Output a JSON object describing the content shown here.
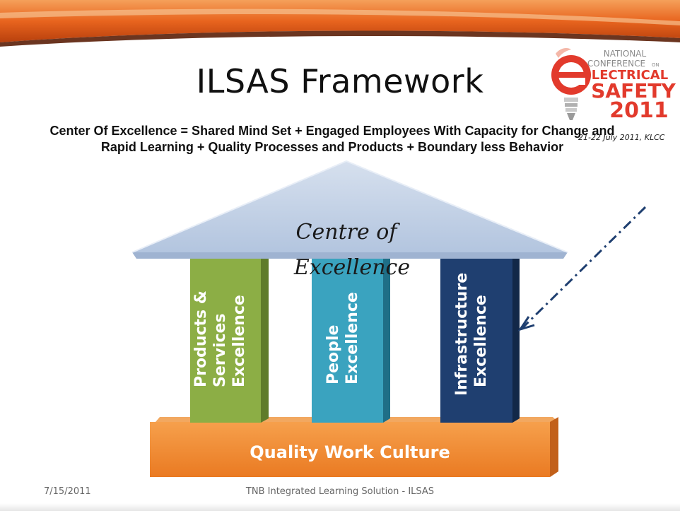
{
  "slide": {
    "title": "ILSAS Framework",
    "subtitle_line1": "Center Of Excellence = Shared Mind Set + Engaged Employees With Capacity for Change and",
    "subtitle_line2": "Rapid Learning + Quality  Processes and Products + Boundary less Behavior"
  },
  "logo": {
    "line1": "NATIONAL",
    "line2": "CONFERENCE",
    "line2_suffix": "ON",
    "line3": "LECTRICAL",
    "line4": "SAFETY",
    "line5": "2011",
    "date": "21-22 July 2011, KLCC",
    "colors": {
      "red": "#d92b1e",
      "grey": "#8a8a8a"
    }
  },
  "diagram": {
    "roof_line1": "Centre of",
    "roof_line2": "Excellence",
    "pillars": [
      {
        "line1": "Products &",
        "line2": "Services",
        "line3": "Excellence",
        "color": "#8cae45"
      },
      {
        "line1": "People",
        "line2": "Excellence",
        "color": "#3aa3bf"
      },
      {
        "line1": "Infrastructure",
        "line2": "Excellence",
        "color": "#1f3f70"
      }
    ],
    "base_label": "Quality Work Culture",
    "base_color": "#f08a2c"
  },
  "footer": {
    "date": "7/15/2011",
    "text": "TNB Integrated Learning Solution - ILSAS"
  }
}
